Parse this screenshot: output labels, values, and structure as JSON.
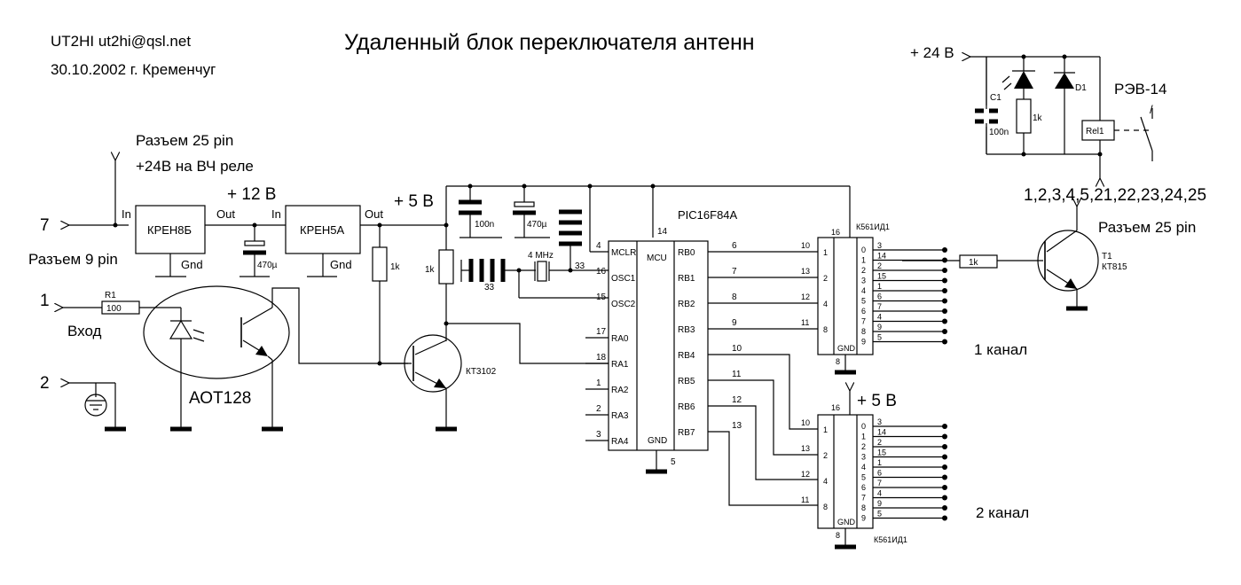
{
  "header": {
    "author": "UT2HI  ut2hi@qsl.net",
    "date_place": "30.10.2002 г. Кременчуг",
    "title": "Удаленный блок переключателя антенн"
  },
  "connectors": {
    "pin_7": "7",
    "pin_1": "1",
    "pin_2": "2",
    "connector_9pin": "Разъем 9 pin",
    "input_label": "Вход",
    "connector_25pin_top": "Разъем 25 pin",
    "rf_relay_24v": "+24В на ВЧ реле",
    "connector_25pin_right": "Разъем 25 pin",
    "output_pins": "1,2,3,4,5,21,22,23,24,25"
  },
  "rails": {
    "v12": "+ 12 В",
    "v5": "+ 5 В",
    "v5_lower": "+ 5 В",
    "v24": "+ 24 В"
  },
  "regulators": {
    "kren8b": {
      "name": "КРЕН8Б",
      "in": "In",
      "out": "Out",
      "gnd": "Gnd"
    },
    "kren5a": {
      "name": "КРЕН5А",
      "in": "In",
      "out": "Out",
      "gnd": "Gnd"
    }
  },
  "components": {
    "r1_ref": "R1",
    "r1_val": "100",
    "optocoupler": "АОТ128",
    "c_470u_a": "470µ",
    "r_1k_a": "1k",
    "r_1k_b": "1k",
    "transistor_kt3102": "КТ3102",
    "c_100n": "100n",
    "c_470u_b": "470µ",
    "c_33_a": "33",
    "c_33_b": "33",
    "crystal": "4 MHz",
    "r_1k_out": "1k",
    "t1_ref": "T1",
    "t1_type": "КТ815",
    "relay_type": "РЭВ-14",
    "relay_ref": "Rel1",
    "d1_ref": "D1",
    "c1_ref": "C1",
    "c1_val": "100n",
    "r_1k_led": "1k",
    "relay_contact_mark": "/"
  },
  "mcu": {
    "name": "PIC16F84A",
    "core_label": "MCU",
    "pin14_num": "14",
    "pin5_num": "5",
    "gnd_label": "GND",
    "left_pins": [
      {
        "num": "4",
        "name": "MCLR"
      },
      {
        "num": "16",
        "name": "OSC1"
      },
      {
        "num": "15",
        "name": "OSC2"
      },
      {
        "num": "17",
        "name": "RA0"
      },
      {
        "num": "18",
        "name": "RA1"
      },
      {
        "num": "1",
        "name": "RA2"
      },
      {
        "num": "2",
        "name": "RA3"
      },
      {
        "num": "3",
        "name": "RA4"
      }
    ],
    "right_pins": [
      {
        "num": "6",
        "name": "RB0"
      },
      {
        "num": "7",
        "name": "RB1"
      },
      {
        "num": "8",
        "name": "RB2"
      },
      {
        "num": "9",
        "name": "RB3"
      },
      {
        "num": "10",
        "name": "RB4"
      },
      {
        "num": "11",
        "name": "RB5"
      },
      {
        "num": "12",
        "name": "RB6"
      },
      {
        "num": "13",
        "name": "RB7"
      }
    ]
  },
  "decoder1": {
    "name": "К561ИД1",
    "pin16": "16",
    "pin8": "8",
    "gnd": "GND",
    "inputs": [
      {
        "pin": "10",
        "bit": "1"
      },
      {
        "pin": "13",
        "bit": "2"
      },
      {
        "pin": "12",
        "bit": "4"
      },
      {
        "pin": "11",
        "bit": "8"
      }
    ],
    "outputs": [
      {
        "idx": "0",
        "pin": "3"
      },
      {
        "idx": "1",
        "pin": "14"
      },
      {
        "idx": "2",
        "pin": "2"
      },
      {
        "idx": "3",
        "pin": "15"
      },
      {
        "idx": "4",
        "pin": "1"
      },
      {
        "idx": "5",
        "pin": "6"
      },
      {
        "idx": "6",
        "pin": "7"
      },
      {
        "idx": "7",
        "pin": "4"
      },
      {
        "idx": "8",
        "pin": "9"
      },
      {
        "idx": "9",
        "pin": "5"
      }
    ],
    "channel": "1 канал"
  },
  "decoder2": {
    "name": "К561ИД1",
    "pin16": "16",
    "pin8": "8",
    "gnd": "GND",
    "inputs": [
      {
        "pin": "10",
        "bit": "1"
      },
      {
        "pin": "13",
        "bit": "2"
      },
      {
        "pin": "12",
        "bit": "4"
      },
      {
        "pin": "11",
        "bit": "8"
      }
    ],
    "outputs": [
      {
        "idx": "0",
        "pin": "3"
      },
      {
        "idx": "1",
        "pin": "14"
      },
      {
        "idx": "2",
        "pin": "2"
      },
      {
        "idx": "3",
        "pin": "15"
      },
      {
        "idx": "4",
        "pin": "1"
      },
      {
        "idx": "5",
        "pin": "6"
      },
      {
        "idx": "6",
        "pin": "7"
      },
      {
        "idx": "7",
        "pin": "4"
      },
      {
        "idx": "8",
        "pin": "9"
      },
      {
        "idx": "9",
        "pin": "5"
      }
    ],
    "channel": "2 канал"
  }
}
